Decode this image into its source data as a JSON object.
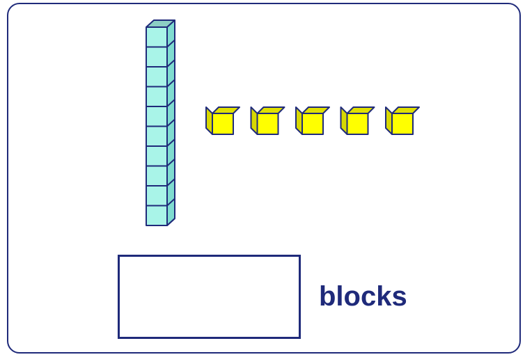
{
  "colors": {
    "outline": "#1f2a7a",
    "ten_rod_face": "#a9f4e8",
    "ten_rod_top": "#8ccfc4",
    "ten_rod_side": "#7fdcd0",
    "unit_cube_face": "#ffff00",
    "unit_cube_top": "#e0e000",
    "unit_cube_side": "#d8d800"
  },
  "model": {
    "tens_rods": 1,
    "cubes_per_rod": 10,
    "unit_cubes": 5
  },
  "answer": {
    "value": "",
    "suffix_label": "blocks"
  }
}
